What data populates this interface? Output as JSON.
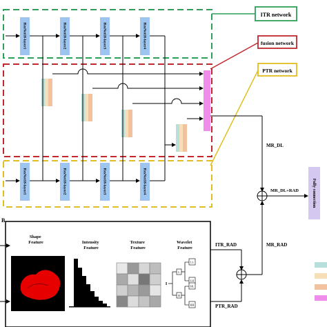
{
  "networks": {
    "itr": "ITR network",
    "fusion": "fusion network",
    "ptr": "PTR network"
  },
  "resnet_layers": {
    "top": [
      "ResNet18-layer1",
      "ResNet18-layer2",
      "ResNet18-layer3",
      "ResNet18-layer4"
    ],
    "bottom": [
      "ResNet18-layer1",
      "ResNet18-layer2",
      "ResNet18-layer3",
      "ResNet18-layer4"
    ]
  },
  "signals": {
    "mr_dl": "MR_DL",
    "mr_dl_rad": "MR_DL+RAD",
    "mr_rad": "MR_RAD",
    "itr_rad": "ITR_RAD",
    "ptr_rad": "PTR_RAD"
  },
  "fc_label": "Fully connection",
  "panel_b": {
    "letter": "B",
    "features": [
      {
        "label": "Shape\nFeature"
      },
      {
        "label": "Intensity\nFeature"
      },
      {
        "label": "Texture\nFeature"
      },
      {
        "label": "Wavelet\nFeature"
      }
    ],
    "wavelet_labels": {
      "input": "I",
      "l": "L",
      "h": "H",
      "leaves": [
        "LL",
        "LH",
        "HL",
        "HH"
      ]
    }
  },
  "colors": {
    "itr_border": "#2f9e58",
    "fusion_border": "#c0282d",
    "ptr_border": "#e2be1e",
    "resnet_block": "#9ec4f0",
    "fc_block": "#d5c8f0",
    "fusion_block": "#ee8ee8",
    "feat_teal": "#b7e0da",
    "feat_cream": "#f6dfb8",
    "feat_peach": "#f2c19d",
    "tumor_red": "#e60000"
  },
  "legend_swatches": [
    "#b7e0da",
    "#f6dfb8",
    "#f2c19d",
    "#ee8ee8"
  ]
}
